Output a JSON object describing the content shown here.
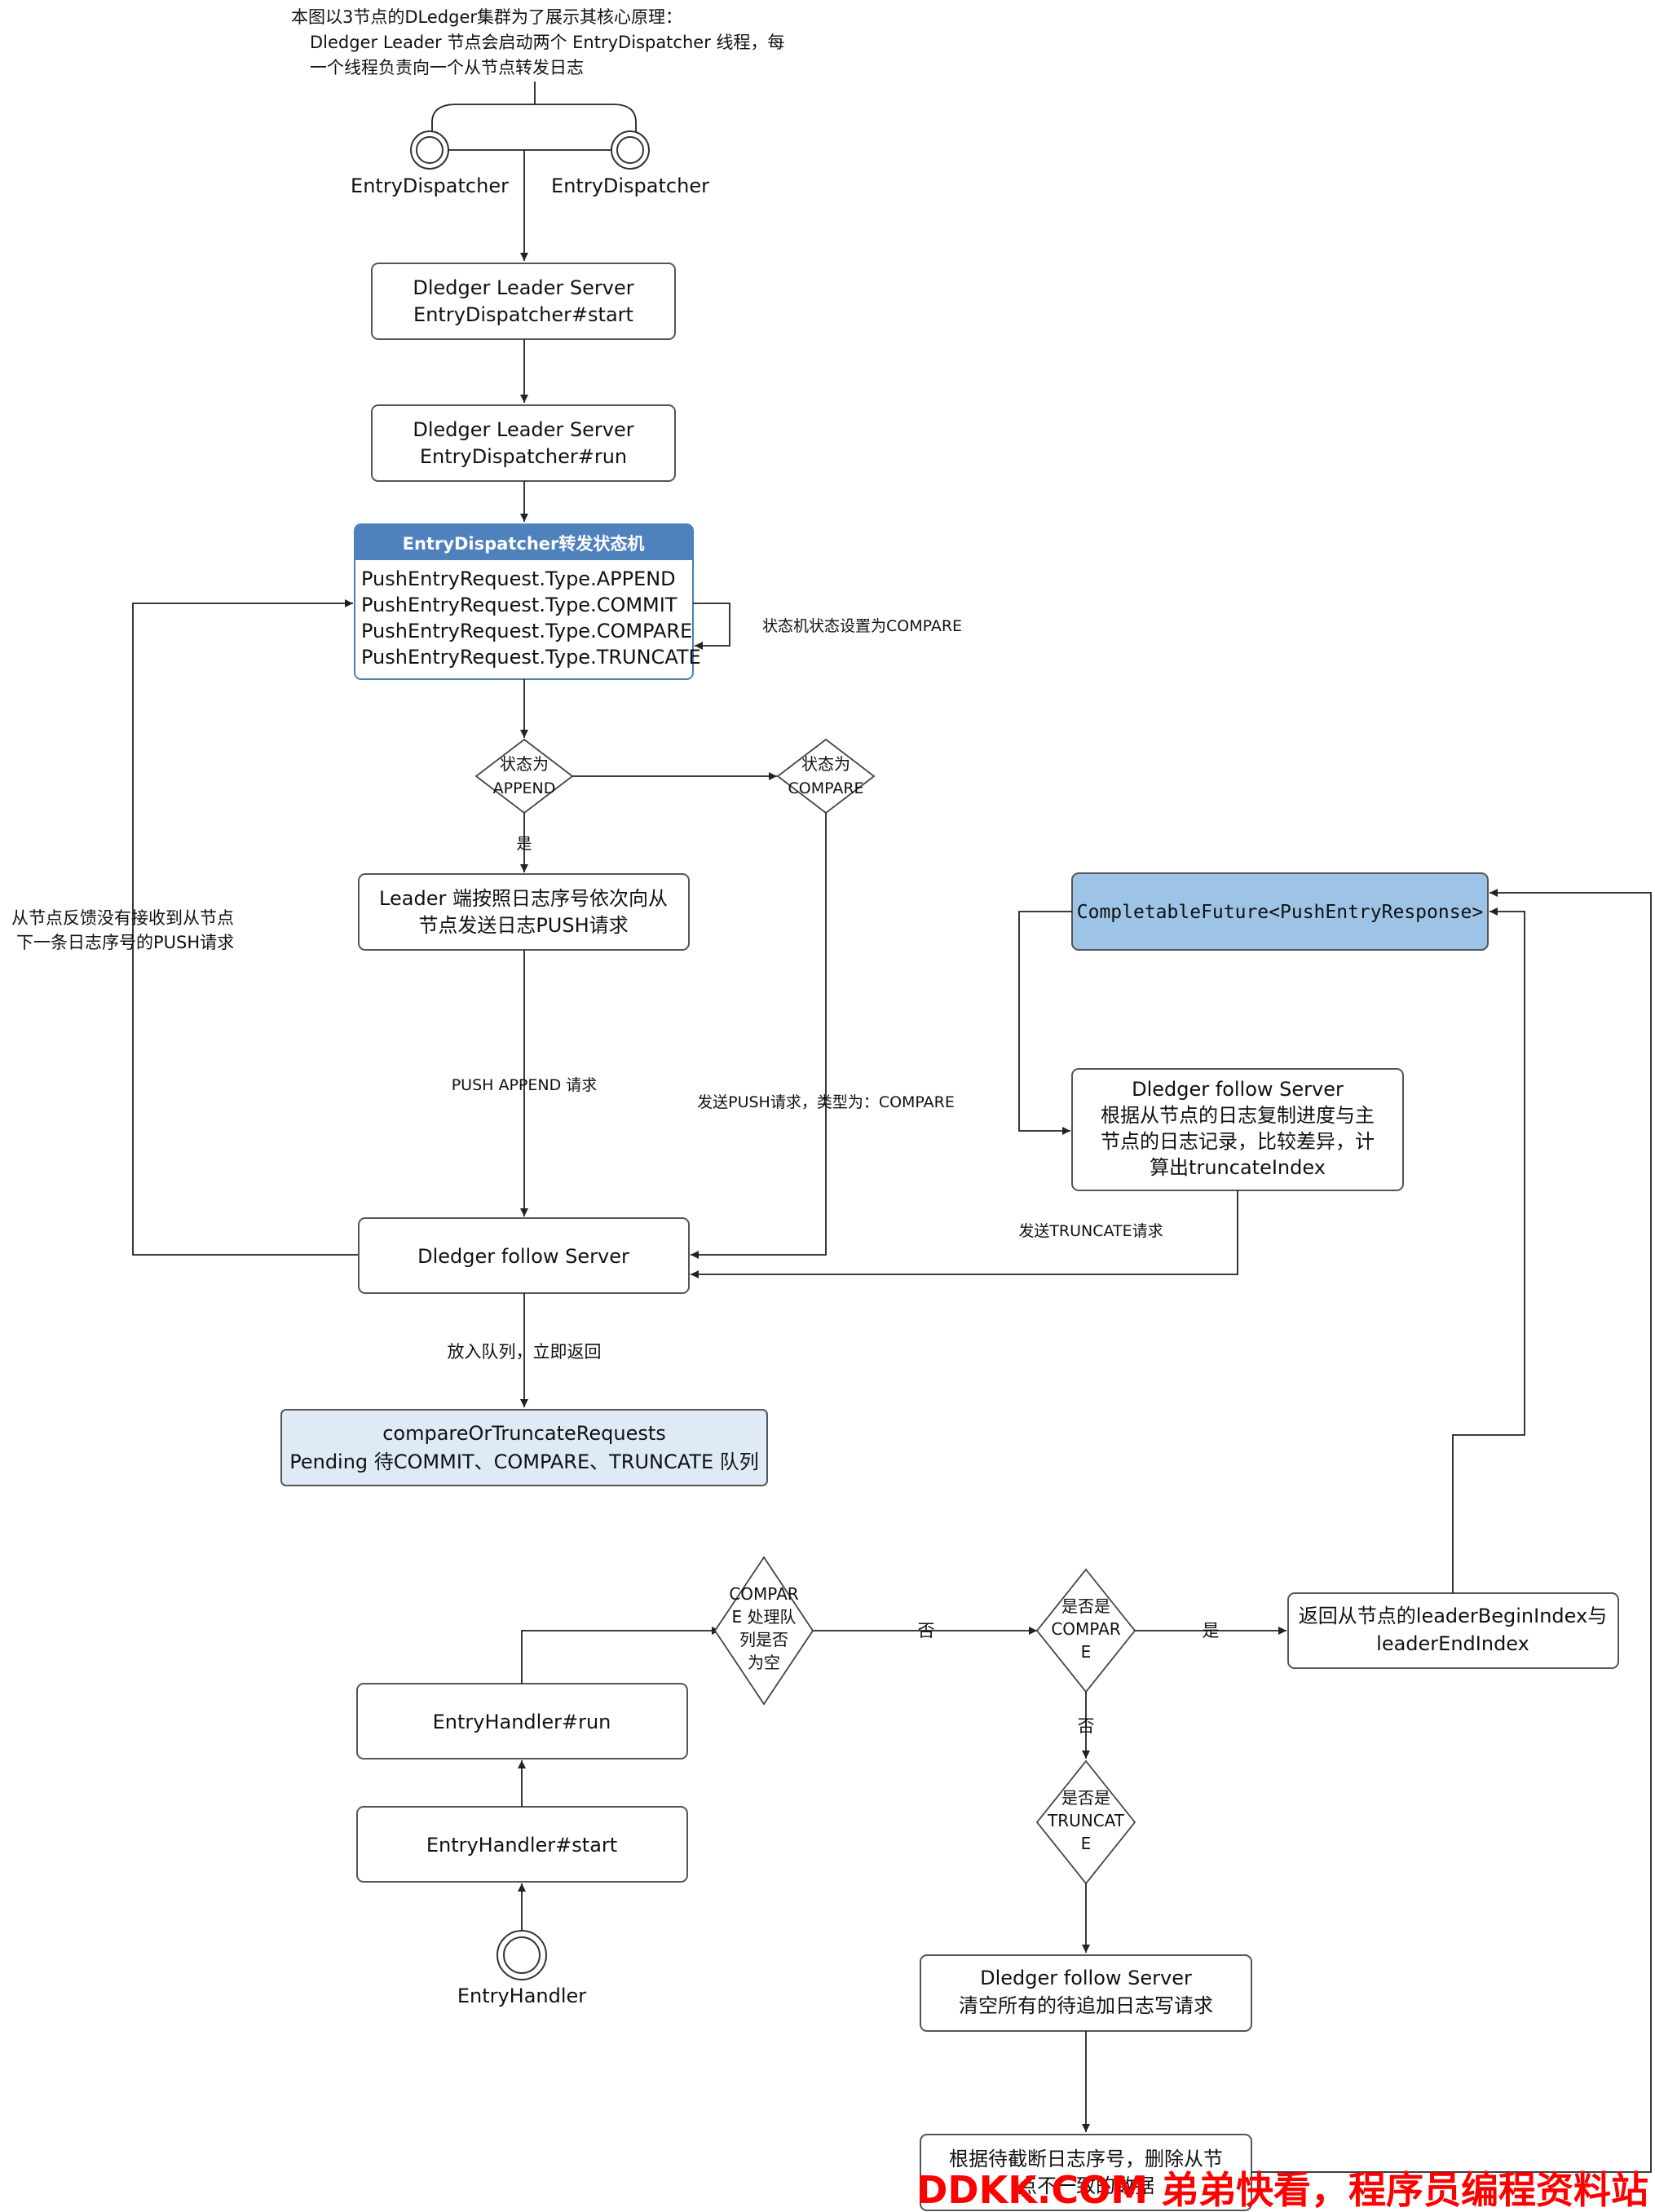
{
  "intro": {
    "line1": "本图以3节点的DLedger集群为了展示其核心原理：",
    "line2": "Dledger Leader 节点会启动两个 EntryDispatcher 线程，每",
    "line3": "一个线程负责向一个从节点转发日志"
  },
  "dispatchers": {
    "left": "EntryDispatcher",
    "right": "EntryDispatcher"
  },
  "leader_start": {
    "line1": "Dledger Leader Server",
    "line2": "EntryDispatcher#start"
  },
  "leader_run": {
    "line1": "Dledger Leader Server",
    "line2": "EntryDispatcher#run"
  },
  "state_machine": {
    "title": "EntryDispatcher转发状态机",
    "items": [
      "PushEntryRequest.Type.APPEND",
      "PushEntryRequest.Type.COMMIT",
      "PushEntryRequest.Type.COMPARE",
      "PushEntryRequest.Type.TRUNCATE"
    ],
    "self_loop_label": "状态机状态设置为COMPARE"
  },
  "decision_append": {
    "line1": "状态为",
    "line2": "APPEND",
    "yes": "是"
  },
  "decision_compare": {
    "line1": "状态为",
    "line2": "COMPARE"
  },
  "leader_send": {
    "line1": "Leader 端按照日志序号依次向从",
    "line2": "节点发送日志PUSH请求"
  },
  "feedback_label": {
    "line1": "从节点反馈没有接收到从节点",
    "line2": "下一条日志序号的PUSH请求"
  },
  "push_append_label": "PUSH APPEND 请求",
  "push_compare_label": "发送PUSH请求，类型为：COMPARE",
  "future_box": "CompletableFuture<PushEntryResponse>",
  "follow_compare": {
    "line1": "Dledger follow Server",
    "line2": "根据从节点的日志复制进度与主",
    "line3": "节点的日志记录，比较差异，计",
    "line4": "算出truncateIndex"
  },
  "truncate_send_label": "发送TRUNCATE请求",
  "follow_server": "Dledger follow Server",
  "enqueue_label": "放入队列，立即返回",
  "queue_box": {
    "line1": "compareOrTruncateRequests",
    "line2": "Pending 待COMMIT、COMPARE、TRUNCATE 队列"
  },
  "handler_run": "EntryHandler#run",
  "handler_start": "EntryHandler#start",
  "handler_label": "EntryHandler",
  "decision_queue": {
    "line1": "COMPAR",
    "line2": "E 处理队",
    "line3": "列是否",
    "line4": "为空",
    "no": "否"
  },
  "decision_is_compare": {
    "line1": "是否是",
    "line2": "COMPAR",
    "line3": "E",
    "yes": "是",
    "no": "否"
  },
  "return_box": {
    "line1": "返回从节点的leaderBeginIndex与",
    "line2": "leaderEndIndex"
  },
  "decision_is_truncate": {
    "line1": "是否是",
    "line2": "TRUNCAT",
    "line3": "E"
  },
  "follow_clear": {
    "line1": "Dledger follow Server",
    "line2": "清空所有的待追加日志写请求"
  },
  "truncate_box": {
    "line1": "根据待截断日志序号，删除从节",
    "line2": "点不一致的数据"
  },
  "watermark": "DDKK.COM 弟弟快看，程序员编程资料站"
}
